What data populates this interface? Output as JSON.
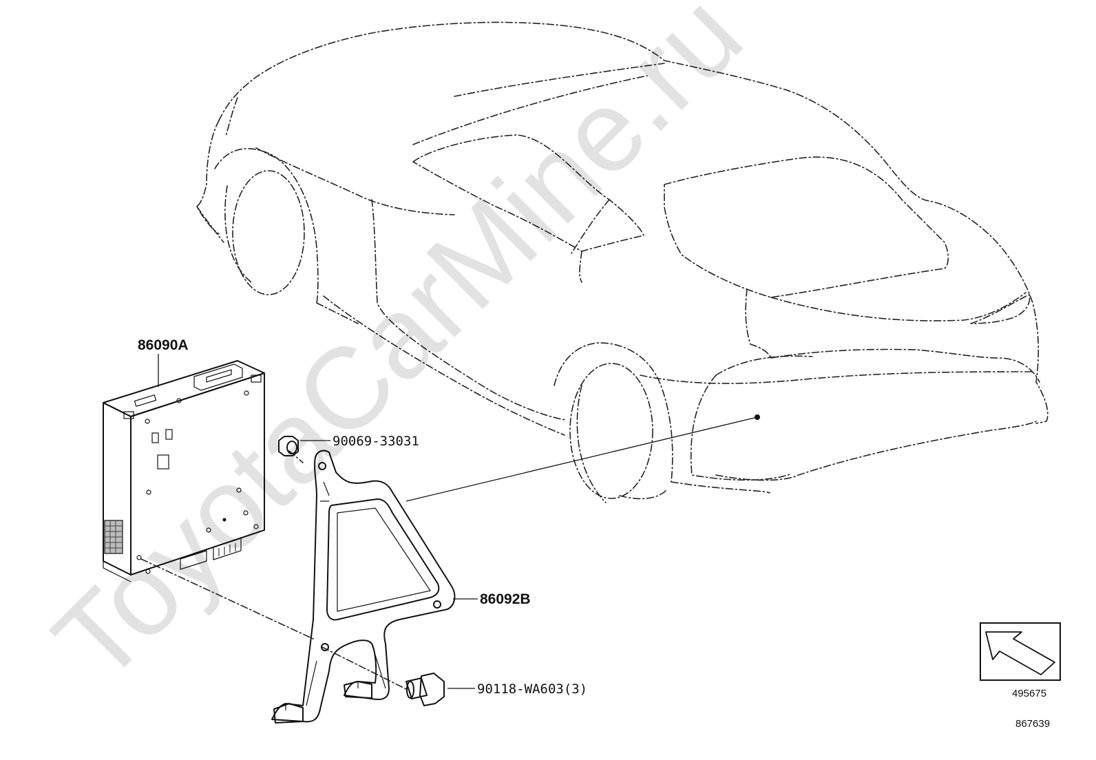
{
  "watermark": "ToyotaCarMine.ru",
  "callouts": [
    {
      "id": "86090A",
      "text": "86090A"
    },
    {
      "id": "90069-33031",
      "text": "90069-33031"
    },
    {
      "id": "86092B",
      "text": "86092B"
    },
    {
      "id": "90118-WA603",
      "text": "90118-WA603(3)"
    }
  ],
  "view_arrow": {
    "icon": "view-direction-arrow-icon",
    "code": "495675"
  },
  "figure_code": "867639",
  "colors": {
    "line": "#111111",
    "background": "#ffffff",
    "watermark": "#e2e2e2"
  }
}
